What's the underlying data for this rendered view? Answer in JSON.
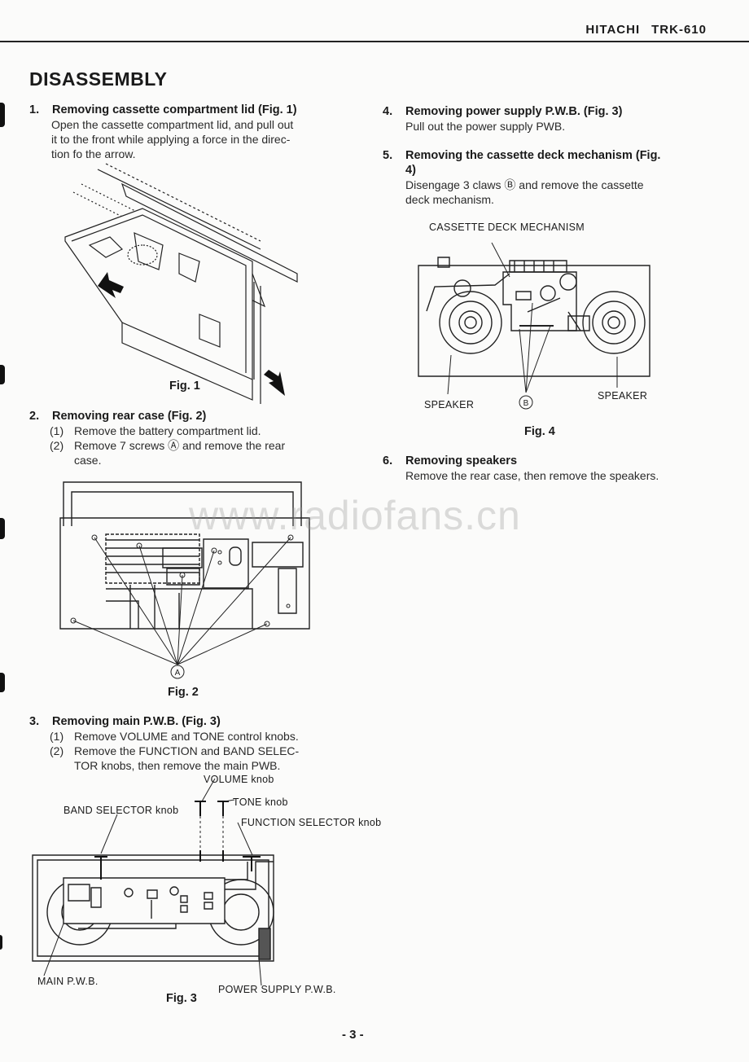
{
  "header": {
    "brand": "HITACHI",
    "model": "TRK-610"
  },
  "page_title": "DISASSEMBLY",
  "sections": [
    {
      "number": "1.",
      "heading": "Removing cassette compartment lid (Fig. 1)",
      "lines": [
        "Open the cassette compartment lid, and pull out",
        "it to the front while applying a force in the direc-",
        "tion fo the arrow."
      ]
    },
    {
      "number": "2.",
      "heading": "Removing rear case (Fig. 2)",
      "steps": [
        {
          "label": "(1)",
          "lines": [
            "Remove the battery compartment lid."
          ]
        },
        {
          "label": "(2)",
          "lines": [
            "Remove 7 screws Ⓐ and remove the rear",
            "case."
          ]
        }
      ]
    },
    {
      "number": "3.",
      "heading": "Removing main P.W.B. (Fig. 3)",
      "steps": [
        {
          "label": "(1)",
          "lines": [
            "Remove VOLUME and TONE control knobs."
          ]
        },
        {
          "label": "(2)",
          "lines": [
            "Remove the FUNCTION and BAND SELEC-",
            "TOR knobs, then remove the main PWB."
          ]
        }
      ]
    },
    {
      "number": "4.",
      "heading": "Removing power supply P.W.B. (Fig. 3)",
      "lines": [
        "Pull out the power supply PWB."
      ]
    },
    {
      "number": "5.",
      "heading_lines": [
        "Removing the cassette deck mechanism (Fig.",
        "4)"
      ],
      "lines": [
        "Disengage 3 claws Ⓑ and remove the cassette",
        "deck mechanism."
      ]
    },
    {
      "number": "6.",
      "heading": "Removing speakers",
      "lines": [
        "Remove the rear case, then remove the speakers."
      ]
    }
  ],
  "figures": {
    "fig1": {
      "caption": "Fig. 1"
    },
    "fig2": {
      "caption": "Fig. 2",
      "marker": "A"
    },
    "fig3": {
      "caption": "Fig. 3",
      "labels": {
        "volume": "VOLUME knob",
        "tone": "TONE knob",
        "band": "BAND SELECTOR knob",
        "function": "FUNCTION SELECTOR knob",
        "main_pwb": "MAIN P.W.B.",
        "power_pwb": "POWER SUPPLY P.W.B."
      }
    },
    "fig4": {
      "caption": "Fig. 4",
      "marker": "B",
      "labels": {
        "deck": "CASSETTE DECK MECHANISM",
        "speaker_left": "SPEAKER",
        "speaker_right": "SPEAKER"
      }
    }
  },
  "watermark": "www.radiofans.cn",
  "page_number": "- 3 -"
}
